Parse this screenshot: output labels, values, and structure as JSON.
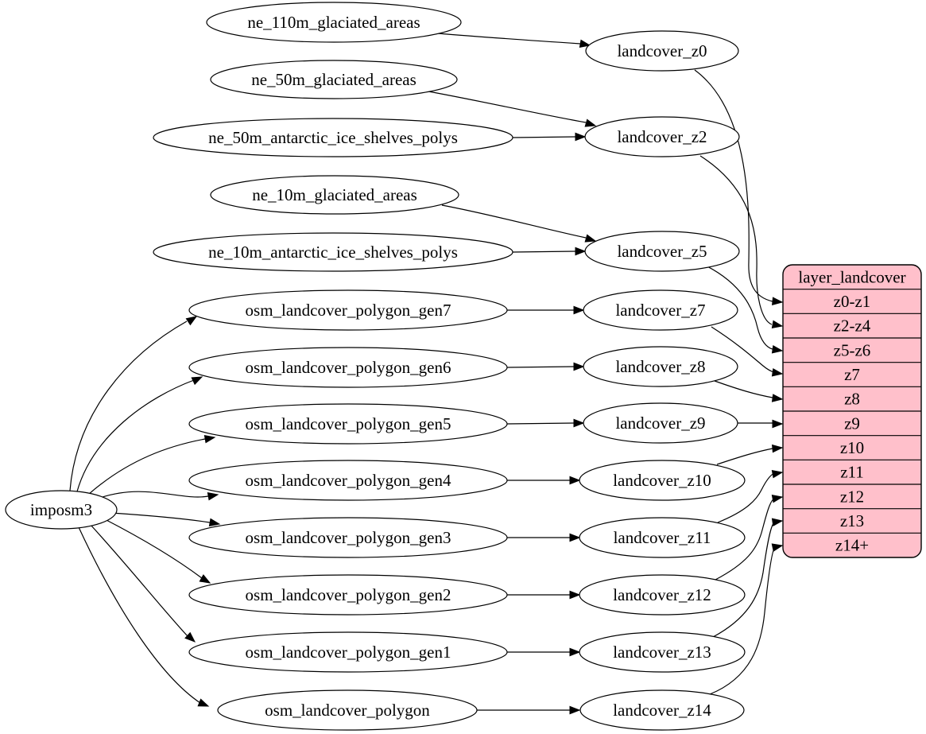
{
  "diagram": {
    "colors": {
      "background": "#ffffff",
      "node_fill": "#ffffff",
      "node_stroke": "#000000",
      "edge_color": "#000000",
      "record_fill": "#ffc0cb",
      "text_color": "#000000"
    },
    "nodes": [
      {
        "id": "imposm3",
        "label": "imposm3"
      },
      {
        "id": "ne_110m_glaciated_areas",
        "label": "ne_110m_glaciated_areas"
      },
      {
        "id": "ne_50m_glaciated_areas",
        "label": "ne_50m_glaciated_areas"
      },
      {
        "id": "ne_50m_antarctic_ice_shelves_polys",
        "label": "ne_50m_antarctic_ice_shelves_polys"
      },
      {
        "id": "ne_10m_glaciated_areas",
        "label": "ne_10m_glaciated_areas"
      },
      {
        "id": "ne_10m_antarctic_ice_shelves_polys",
        "label": "ne_10m_antarctic_ice_shelves_polys"
      },
      {
        "id": "osm_landcover_polygon_gen7",
        "label": "osm_landcover_polygon_gen7"
      },
      {
        "id": "osm_landcover_polygon_gen6",
        "label": "osm_landcover_polygon_gen6"
      },
      {
        "id": "osm_landcover_polygon_gen5",
        "label": "osm_landcover_polygon_gen5"
      },
      {
        "id": "osm_landcover_polygon_gen4",
        "label": "osm_landcover_polygon_gen4"
      },
      {
        "id": "osm_landcover_polygon_gen3",
        "label": "osm_landcover_polygon_gen3"
      },
      {
        "id": "osm_landcover_polygon_gen2",
        "label": "osm_landcover_polygon_gen2"
      },
      {
        "id": "osm_landcover_polygon_gen1",
        "label": "osm_landcover_polygon_gen1"
      },
      {
        "id": "osm_landcover_polygon",
        "label": "osm_landcover_polygon"
      },
      {
        "id": "landcover_z0",
        "label": "landcover_z0"
      },
      {
        "id": "landcover_z2",
        "label": "landcover_z2"
      },
      {
        "id": "landcover_z5",
        "label": "landcover_z5"
      },
      {
        "id": "landcover_z7",
        "label": "landcover_z7"
      },
      {
        "id": "landcover_z8",
        "label": "landcover_z8"
      },
      {
        "id": "landcover_z9",
        "label": "landcover_z9"
      },
      {
        "id": "landcover_z10",
        "label": "landcover_z10"
      },
      {
        "id": "landcover_z11",
        "label": "landcover_z11"
      },
      {
        "id": "landcover_z12",
        "label": "landcover_z12"
      },
      {
        "id": "landcover_z13",
        "label": "landcover_z13"
      },
      {
        "id": "landcover_z14",
        "label": "landcover_z14"
      }
    ],
    "record": {
      "id": "layer_landcover",
      "title": "layer_landcover",
      "rows": [
        "z0-z1",
        "z2-z4",
        "z5-z6",
        "z7",
        "z8",
        "z9",
        "z10",
        "z11",
        "z12",
        "z13",
        "z14+"
      ]
    },
    "edges": [
      {
        "from": "ne_110m_glaciated_areas",
        "to": "landcover_z0"
      },
      {
        "from": "ne_50m_glaciated_areas",
        "to": "landcover_z2"
      },
      {
        "from": "ne_50m_antarctic_ice_shelves_polys",
        "to": "landcover_z2"
      },
      {
        "from": "ne_10m_glaciated_areas",
        "to": "landcover_z5"
      },
      {
        "from": "ne_10m_antarctic_ice_shelves_polys",
        "to": "landcover_z5"
      },
      {
        "from": "imposm3",
        "to": "osm_landcover_polygon_gen7"
      },
      {
        "from": "imposm3",
        "to": "osm_landcover_polygon_gen6"
      },
      {
        "from": "imposm3",
        "to": "osm_landcover_polygon_gen5"
      },
      {
        "from": "imposm3",
        "to": "osm_landcover_polygon_gen4"
      },
      {
        "from": "imposm3",
        "to": "osm_landcover_polygon_gen3"
      },
      {
        "from": "imposm3",
        "to": "osm_landcover_polygon_gen2"
      },
      {
        "from": "imposm3",
        "to": "osm_landcover_polygon_gen1"
      },
      {
        "from": "imposm3",
        "to": "osm_landcover_polygon"
      },
      {
        "from": "osm_landcover_polygon_gen7",
        "to": "landcover_z7"
      },
      {
        "from": "osm_landcover_polygon_gen6",
        "to": "landcover_z8"
      },
      {
        "from": "osm_landcover_polygon_gen5",
        "to": "landcover_z9"
      },
      {
        "from": "osm_landcover_polygon_gen4",
        "to": "landcover_z10"
      },
      {
        "from": "osm_landcover_polygon_gen3",
        "to": "landcover_z11"
      },
      {
        "from": "osm_landcover_polygon_gen2",
        "to": "landcover_z12"
      },
      {
        "from": "osm_landcover_polygon_gen1",
        "to": "landcover_z13"
      },
      {
        "from": "osm_landcover_polygon",
        "to": "landcover_z14"
      },
      {
        "from": "landcover_z0",
        "to": "layer_landcover",
        "port": "z0-z1"
      },
      {
        "from": "landcover_z2",
        "to": "layer_landcover",
        "port": "z2-z4"
      },
      {
        "from": "landcover_z5",
        "to": "layer_landcover",
        "port": "z5-z6"
      },
      {
        "from": "landcover_z7",
        "to": "layer_landcover",
        "port": "z7"
      },
      {
        "from": "landcover_z8",
        "to": "layer_landcover",
        "port": "z8"
      },
      {
        "from": "landcover_z9",
        "to": "layer_landcover",
        "port": "z9"
      },
      {
        "from": "landcover_z10",
        "to": "layer_landcover",
        "port": "z10"
      },
      {
        "from": "landcover_z11",
        "to": "layer_landcover",
        "port": "z11"
      },
      {
        "from": "landcover_z12",
        "to": "layer_landcover",
        "port": "z12"
      },
      {
        "from": "landcover_z13",
        "to": "layer_landcover",
        "port": "z13"
      },
      {
        "from": "landcover_z14",
        "to": "layer_landcover",
        "port": "z14+"
      }
    ]
  }
}
